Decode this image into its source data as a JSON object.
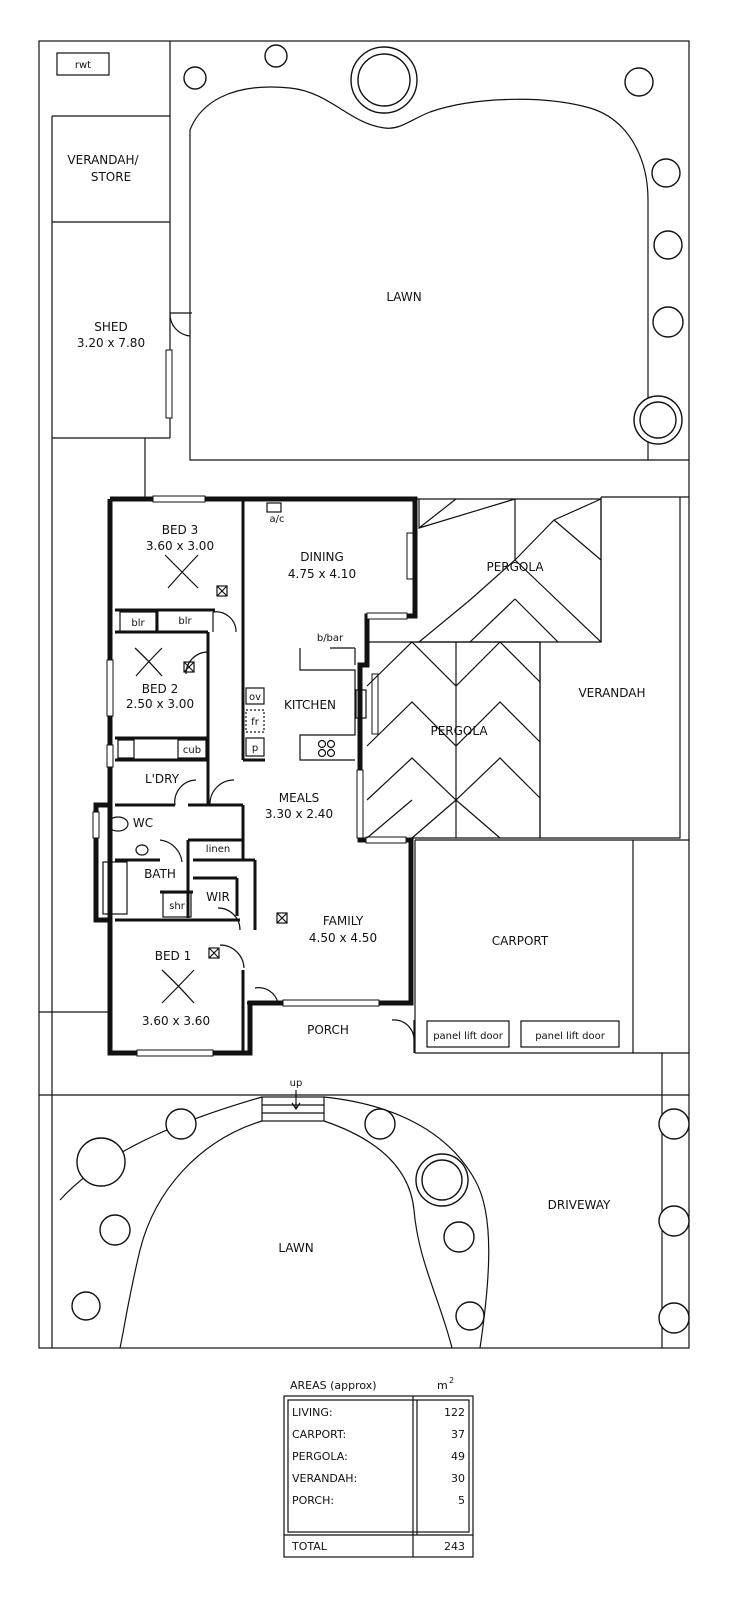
{
  "site": {
    "rwt": "rwt",
    "verandah_store": [
      "VERANDAH/",
      "STORE"
    ],
    "shed": {
      "name": "SHED",
      "size": "3.20 x 7.80"
    },
    "lawn_rear": "LAWN",
    "lawn_front": "LAWN",
    "driveway": "DRIVEWAY",
    "up": "up"
  },
  "rooms": {
    "bed3": {
      "name": "BED 3",
      "size": "3.60 x 3.00"
    },
    "bed2": {
      "name": "BED 2",
      "size": "2.50 x 3.00"
    },
    "bed1": {
      "name": "BED 1",
      "size": "3.60 x 3.60"
    },
    "dining": {
      "name": "DINING",
      "size": "4.75 x 4.10"
    },
    "kitchen": "KITCHEN",
    "meals": {
      "name": "MEALS",
      "size": "3.30 x 2.40"
    },
    "family": {
      "name": "FAMILY",
      "size": "4.50 x 4.50"
    },
    "ldry": "L'DRY",
    "wc": "WC",
    "bath": "BATH",
    "wir": "WIR",
    "porch": "PORCH",
    "blr1": "blr",
    "blr2": "blr",
    "cub": "cub",
    "linen": "linen",
    "shr": "shr",
    "ov": "ov",
    "fr": "fr",
    "p": "p",
    "ac": "a/c",
    "bbar": "b/bar"
  },
  "outdoor": {
    "pergola_top": "PERGOLA",
    "pergola_mid": "PERGOLA",
    "verandah": "VERANDAH",
    "carport": "CARPORT",
    "panel_door_1": "panel lift door",
    "panel_door_2": "panel lift door"
  },
  "areas": {
    "title": "AREAS (approx)",
    "unit": "m",
    "unit_sup": "2",
    "rows": [
      {
        "label": "LIVING:",
        "value": "122"
      },
      {
        "label": "CARPORT:",
        "value": "37"
      },
      {
        "label": "PERGOLA:",
        "value": "49"
      },
      {
        "label": "VERANDAH:",
        "value": "30"
      },
      {
        "label": "PORCH:",
        "value": "5"
      }
    ],
    "total_label": "TOTAL",
    "total_value": "243"
  }
}
